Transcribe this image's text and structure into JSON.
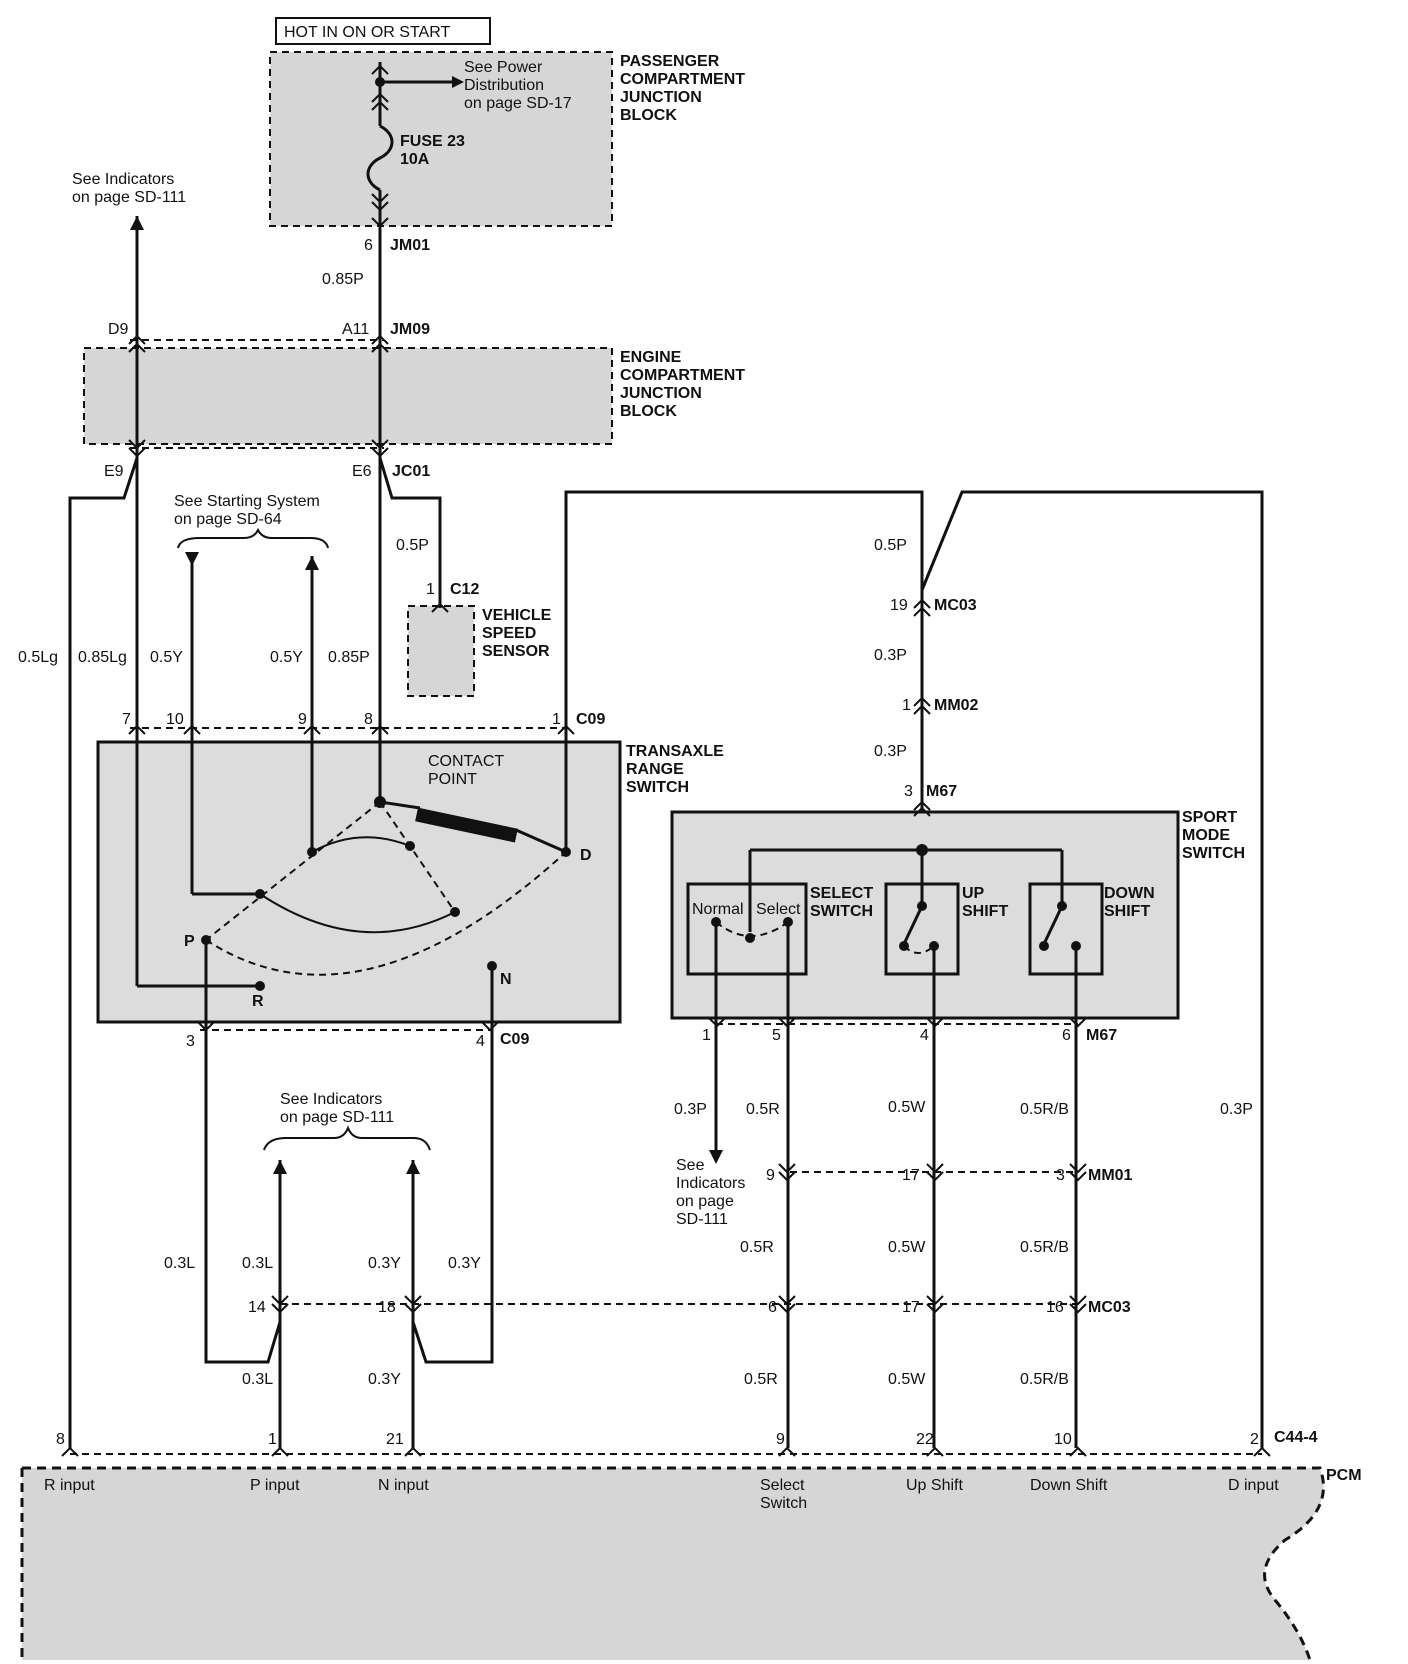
{
  "header": {
    "hot_label": "HOT IN ON OR START"
  },
  "blocks": {
    "passenger_junction": [
      "PASSENGER",
      "COMPARTMENT",
      "JUNCTION",
      "BLOCK"
    ],
    "engine_junction": [
      "ENGINE",
      "COMPARTMENT",
      "JUNCTION",
      "BLOCK"
    ],
    "vehicle_speed_sensor": [
      "VEHICLE",
      "SPEED",
      "SENSOR"
    ],
    "transaxle_range_switch": [
      "TRANSAXLE",
      "RANGE",
      "SWITCH"
    ],
    "sport_mode_switch": [
      "SPORT",
      "MODE",
      "SWITCH"
    ],
    "pcm": "PCM"
  },
  "refs": {
    "power_dist": [
      "See Power",
      "Distribution",
      "on page SD-17"
    ],
    "indicators_top": [
      "See Indicators",
      "on page SD-111"
    ],
    "starting_system": [
      "See Starting System",
      "on page SD-64"
    ],
    "indicators_mid": [
      "See Indicators",
      "on page SD-111"
    ],
    "indicators_select": [
      "See",
      "Indicators",
      "on page",
      "SD-111"
    ]
  },
  "fuse": {
    "name": "FUSE 23",
    "rating": "10A"
  },
  "connectors": {
    "jm01": "JM01",
    "jm09": "JM09",
    "jc01": "JC01",
    "c12": "C12",
    "c09": "C09",
    "mc03": "MC03",
    "mm02": "MM02",
    "m67": "M67",
    "mm01": "MM01",
    "c44": "C44-4"
  },
  "pins": {
    "jm01": "6",
    "a11": "A11",
    "d9": "D9",
    "e9": "E9",
    "e6": "E6",
    "c12": "1",
    "c09_top": [
      "7",
      "10",
      "9",
      "8",
      "1"
    ],
    "c09_bottom": [
      "3",
      "4"
    ],
    "mc03_top": "19",
    "mm02": "1",
    "m67_top": "3",
    "m67_bottom": [
      "1",
      "5",
      "4",
      "6"
    ],
    "mm01": [
      "9",
      "17",
      "3"
    ],
    "mc03_low_left": [
      "14",
      "18"
    ],
    "mc03_low_right": [
      "6",
      "17",
      "16"
    ],
    "pcm": [
      "8",
      "1",
      "21",
      "9",
      "22",
      "10",
      "2"
    ]
  },
  "wires": {
    "w_085p_top": "0.85P",
    "w_05lg": "0.5Lg",
    "w_085lg": "0.85Lg",
    "w_05y_a": "0.5Y",
    "w_05y_b": "0.5Y",
    "w_085p": "0.85P",
    "w_05p_vss": "0.5P",
    "w_05p_right": "0.5P",
    "w_03p_a": "0.3P",
    "w_03p_b": "0.3P",
    "w_03p_sel": "0.3P",
    "w_05r_1": "0.5R",
    "w_05w_1": "0.5W",
    "w_05rb_1": "0.5R/B",
    "w_03p_d": "0.3P",
    "w_03l_a": "0.3L",
    "w_03l_b": "0.3L",
    "w_03y_a": "0.3Y",
    "w_03y_b": "0.3Y",
    "w_05r_2": "0.5R",
    "w_05w_2": "0.5W",
    "w_05rb_2": "0.5R/B",
    "w_03l_c": "0.3L",
    "w_03y_c": "0.3Y",
    "w_05r_3": "0.5R",
    "w_05w_3": "0.5W",
    "w_05rb_3": "0.5R/B"
  },
  "range_switch": {
    "contact_point": [
      "CONTACT",
      "POINT"
    ],
    "positions": {
      "p": "P",
      "r": "R",
      "n": "N",
      "d": "D"
    }
  },
  "sport": {
    "select_switch": [
      "SELECT",
      "SWITCH"
    ],
    "up_shift": [
      "UP",
      "SHIFT"
    ],
    "down_shift": [
      "DOWN",
      "SHIFT"
    ],
    "normal": "Normal",
    "select": "Select"
  },
  "pcm_inputs": {
    "r": "R input",
    "p": "P input",
    "n": "N input",
    "select": [
      "Select",
      "Switch"
    ],
    "up": "Up Shift",
    "down": "Down Shift",
    "d": "D input"
  }
}
